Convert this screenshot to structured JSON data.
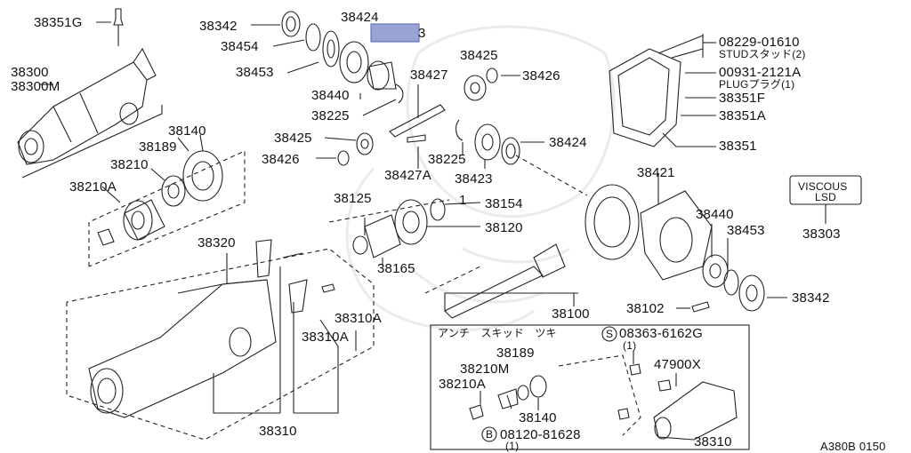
{
  "diagram": {
    "watermark_glyph": "dragon-emblem",
    "figure_code": "A380B 0150",
    "highlight_color": "#9aa3d6",
    "parts": {
      "p38351g": "38351G",
      "p38300": "38300",
      "p38300m": "38300M",
      "p38342_top": "38342",
      "p38454": "38454",
      "p38453_top": "38453",
      "p38424_top": "38424",
      "p38424_suffix": "3",
      "p38440_top": "38440",
      "p38225_top": "38225",
      "p38427": "38427",
      "p38425_top": "38425",
      "p38426_top": "38426",
      "p38425_mid": "38425",
      "p38426_mid": "38426",
      "p38427a": "38427A",
      "p38225_mid": "38225",
      "p38423": "38423",
      "p38424_mid": "38424",
      "p38140_top": "38140",
      "p38189_top": "38189",
      "p38210": "38210",
      "p38210a_top": "38210A",
      "p38125": "38125",
      "p38154": "38154",
      "p38120": "38120",
      "p38165": "38165",
      "p38320": "38320",
      "p38310a_1": "38310A",
      "p38310a_2": "38310A",
      "p38310_main": "38310",
      "p38421": "38421",
      "p38440_right": "38440",
      "p38453_right": "38453",
      "p38342_right": "38342",
      "p38102": "38102",
      "p38100": "38100",
      "p08229": "08229-01610",
      "stud": "STUDスタッド(2)",
      "p00931": "00931-2121A",
      "plug": "PLUGプラグ(1)",
      "p38351f": "38351F",
      "p38351a": "38351A",
      "p38351": "38351",
      "viscous_1": "VISCOUS",
      "viscous_2": "LSD",
      "p38303": "38303",
      "num1": "1"
    },
    "inset": {
      "title": "アンチ　スキッド　ツキ",
      "s_mark": "S",
      "s_part": "08363-6162G",
      "s_qty": "(1)",
      "p47900x": "47900X",
      "p38189": "38189",
      "p38210m": "38210M",
      "p38210a": "38210A",
      "p38140": "38140",
      "b_mark": "B",
      "b_part": "08120-81628",
      "b_qty": "(1)",
      "p38310": "38310"
    }
  }
}
